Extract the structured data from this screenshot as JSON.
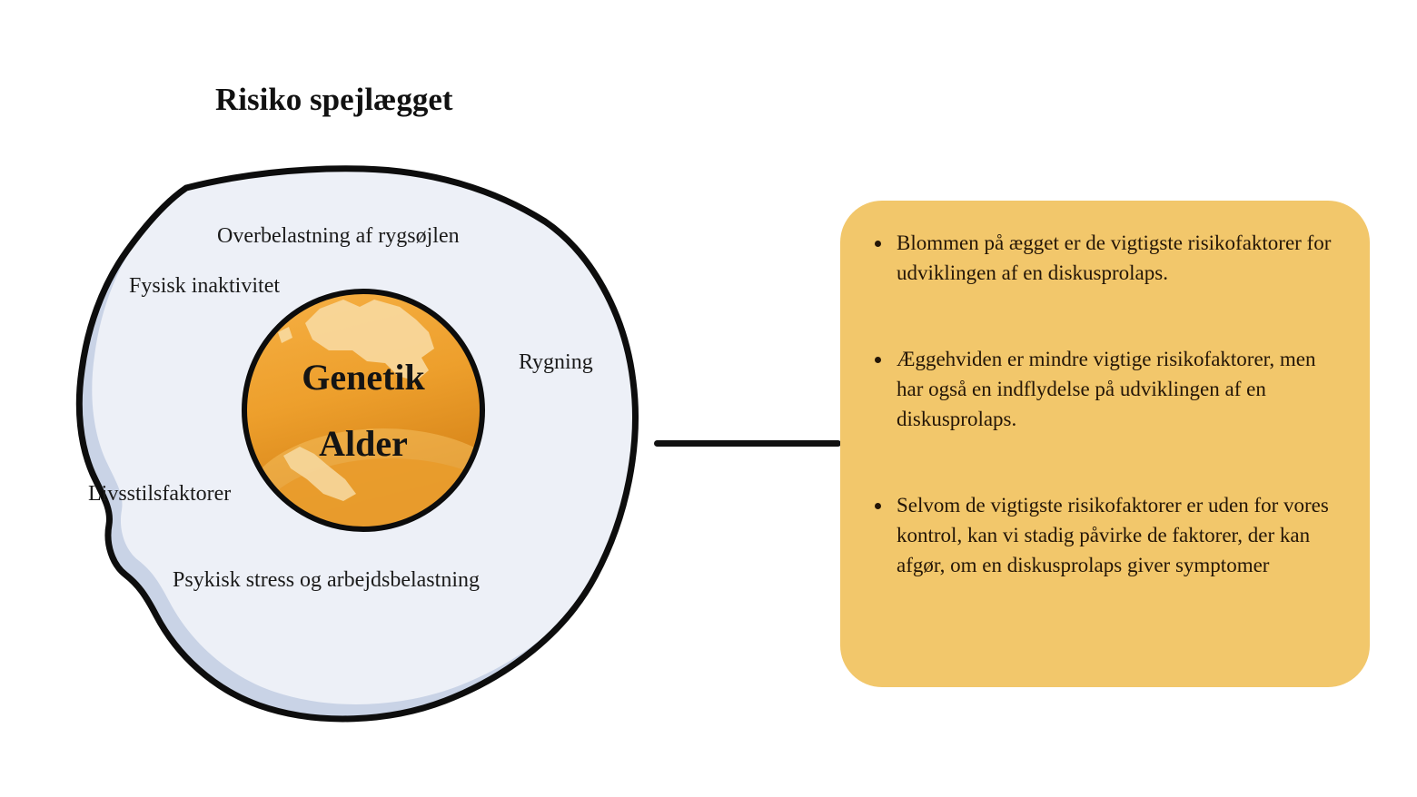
{
  "title": "Risiko spejlægget",
  "egg": {
    "white_labels": {
      "top": "Overbelastning af rygsøjlen",
      "left_upper": "Fysisk inaktivitet",
      "right": "Rygning",
      "left_lower": "Livsstilsfaktorer",
      "bottom": "Psykisk stress og arbejdsbelastning"
    },
    "yolk": {
      "line1": "Genetik",
      "line2": "Alder"
    }
  },
  "callout": {
    "bullets": [
      "Blommen på ægget er de vigtigste risikofaktorer for udviklingen af en diskusprolaps.",
      "Æggehviden er mindre vigtige risikofaktorer, men har også en indflydelse på udviklingen af en diskusprolaps.",
      "Selvom de vigtigste risikofaktorer er uden for vores kontrol, kan vi stadig påvirke de faktorer, der kan afgør, om en diskusprolaps giver symptomer"
    ]
  },
  "colors": {
    "callout_background": "#f2c76b",
    "callout_text": "#241607",
    "egg_white_fill": "#edf0f7",
    "egg_white_shadow": "#c9d3e6",
    "egg_outline": "#0d0d0d",
    "yolk_top": "#f6b044",
    "yolk_bottom": "#d27f15",
    "yolk_highlight": "#f8d9a0",
    "diagram_text": "#1a1a1a"
  }
}
